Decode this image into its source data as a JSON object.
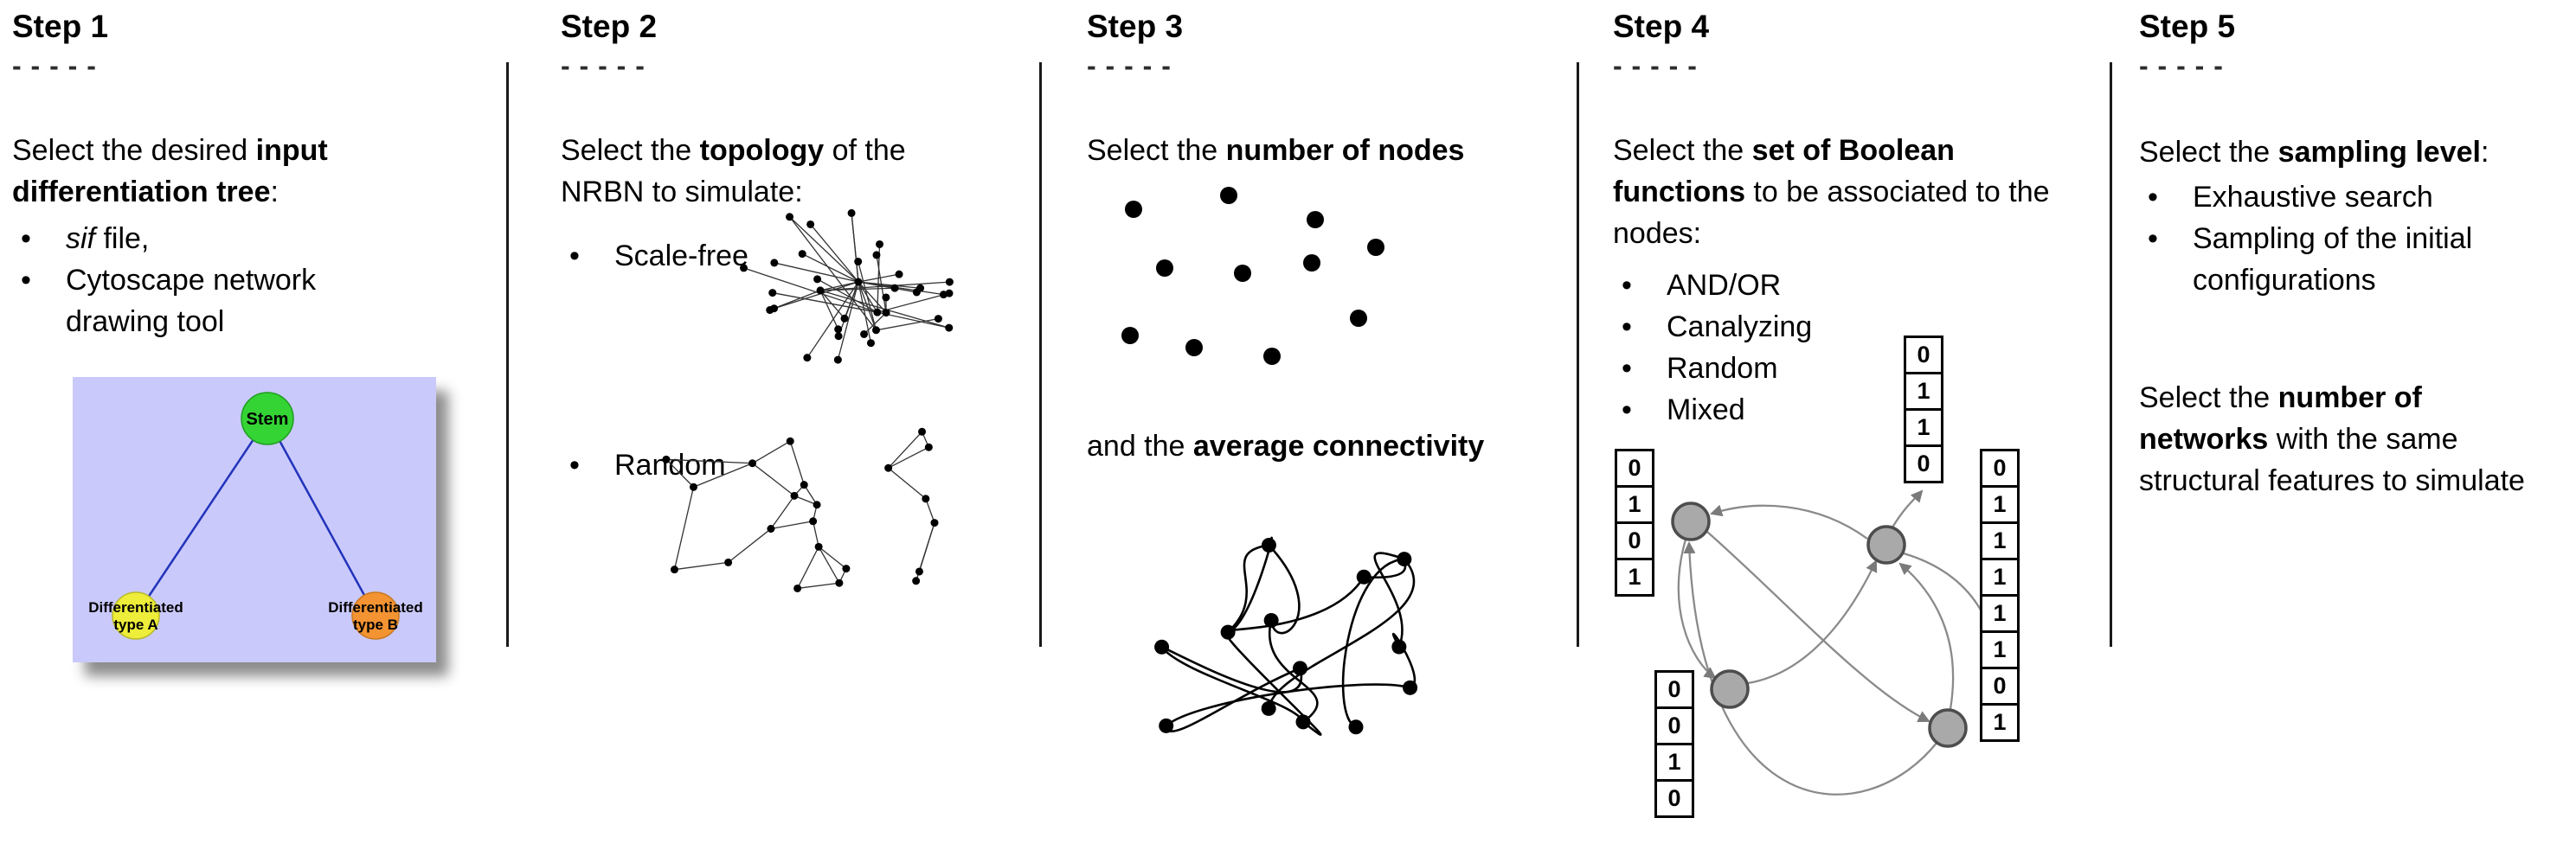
{
  "figure": {
    "background": "#ffffff",
    "divider_color": "#1a1a1a"
  },
  "steps": [
    {
      "title": "Step 1",
      "dashes": "- - - - -",
      "instruction": {
        "pre": "Select the desired ",
        "bold": "input differentiation tree",
        "post": ":"
      },
      "bullets": [
        {
          "italic": "sif",
          "text": " file,"
        },
        {
          "text": "Cytoscape network drawing tool"
        }
      ],
      "tree": {
        "stem_label": "Stem",
        "type_a_line1": "Differentiated",
        "type_a_line2": "type A",
        "type_b_line1": "Differentiated",
        "type_b_line2": "type B",
        "colors": {
          "background": "#c9c9fb",
          "stem": "#35d435",
          "type_a": "#eded3a",
          "type_b": "#f39332",
          "edge": "#2233bb"
        }
      }
    },
    {
      "title": "Step 2",
      "dashes": "- - - - -",
      "instruction": {
        "pre": "Select the ",
        "bold": "topology",
        "post": " of the NRBN to simulate:"
      },
      "bullets": [
        {
          "text": "Scale-free"
        },
        {
          "text": "Random"
        }
      ]
    },
    {
      "title": "Step 3",
      "dashes": "- - - - -",
      "instruction": {
        "pre": "Select the ",
        "bold": "number of nodes",
        "post": ""
      },
      "instruction2": {
        "pre": "and the ",
        "bold": "average connectivity",
        "post": ""
      }
    },
    {
      "title": "Step 4",
      "dashes": "- - - - -",
      "instruction": {
        "pre": "Select the ",
        "bold": "set of Boolean functions",
        "post": " to be associated to the nodes:"
      },
      "bullets": [
        {
          "text": "AND/OR"
        },
        {
          "text": "Canalyzing"
        },
        {
          "text": "Random"
        },
        {
          "text": "Mixed"
        }
      ],
      "node_color": "#a9a9a9",
      "truth_tables": {
        "left": [
          "0",
          "1",
          "0",
          "1"
        ],
        "top": [
          "0",
          "1",
          "1",
          "0"
        ],
        "bottom": [
          "0",
          "0",
          "1",
          "0"
        ],
        "right": [
          "0",
          "1",
          "1",
          "1",
          "1",
          "1",
          "0",
          "1"
        ]
      }
    },
    {
      "title": "Step 5",
      "dashes": "- - - - -",
      "instruction": {
        "pre": "Select the ",
        "bold": "sampling level",
        "post": ":"
      },
      "bullets": [
        {
          "text": "Exhaustive search"
        },
        {
          "text": "Sampling of the initial configurations"
        }
      ],
      "instruction2": {
        "pre": "Select the ",
        "bold": "number of networks",
        "post": " with the same structural features to simulate"
      }
    }
  ]
}
